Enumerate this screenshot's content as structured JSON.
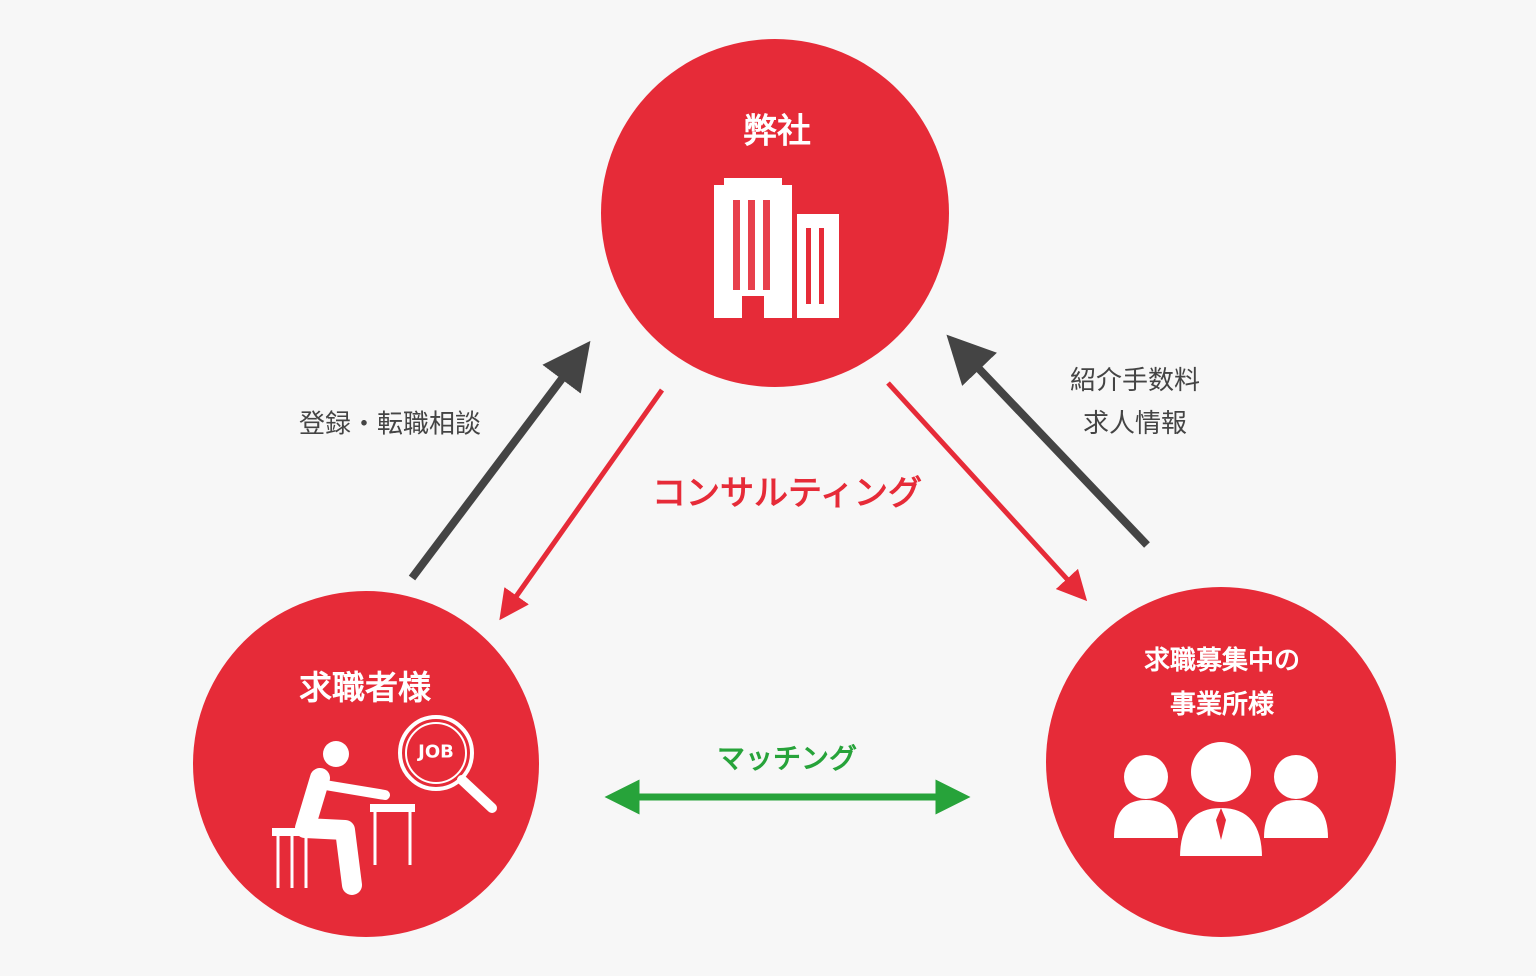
{
  "colors": {
    "red": "#e62b38",
    "gray_arrow": "#444444",
    "green": "#27a33a",
    "background": "#f7f7f7"
  },
  "nodes": {
    "company": {
      "label": "弊社",
      "icon": "building-icon"
    },
    "job_seeker": {
      "label": "求職者様",
      "icon": "job-search-person-icon",
      "icon_text": "JOB"
    },
    "employer": {
      "label_line1": "求職募集中の",
      "label_line2": "事業所様",
      "icon": "people-group-icon"
    }
  },
  "edges": {
    "seeker_to_company": {
      "label": "登録・転職相談"
    },
    "employer_to_company": {
      "label_line1": "紹介手数料",
      "label_line2": "求人情報"
    },
    "company_to_both": {
      "label": "コンサルティング"
    },
    "matching": {
      "label": "マッチング"
    }
  }
}
